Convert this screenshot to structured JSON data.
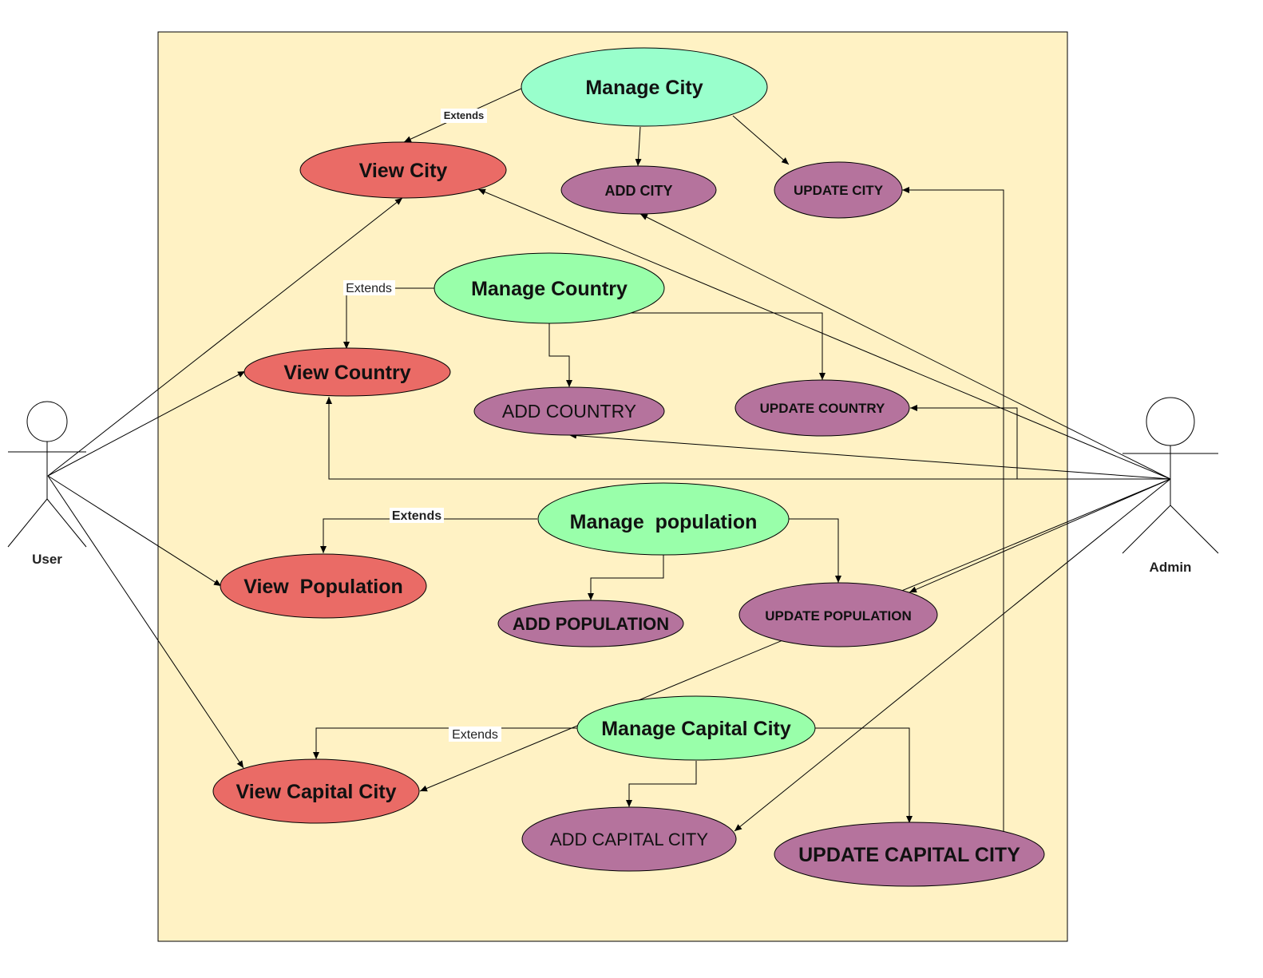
{
  "colors": {
    "system_boundary": "#FFF2C4",
    "manage": "#99FFCC",
    "view": "#EA6B66",
    "action": "#B5739D"
  },
  "actors": {
    "user": "User",
    "admin": "Admin"
  },
  "use_cases": {
    "manage_city": "Manage City",
    "view_city": "View City",
    "add_city": "ADD CITY",
    "update_city": "UPDATE CITY",
    "manage_country": "Manage Country",
    "view_country": "View Country",
    "add_country": "ADD COUNTRY",
    "update_country": "UPDATE COUNTRY",
    "manage_population": "Manage  population",
    "view_population": "View  Population",
    "add_population": "ADD POPULATION",
    "update_population": "UPDATE POPULATION",
    "manage_capital_city": "Manage Capital City",
    "view_capital_city": "View Capital City",
    "add_capital_city": "ADD CAPITAL CITY",
    "update_capital_city": "UPDATE CAPITAL CITY"
  },
  "relations": {
    "extends_city": "Extends",
    "extends_country": "Extends",
    "extends_population": "Extends",
    "extends_capital": "Extends"
  }
}
